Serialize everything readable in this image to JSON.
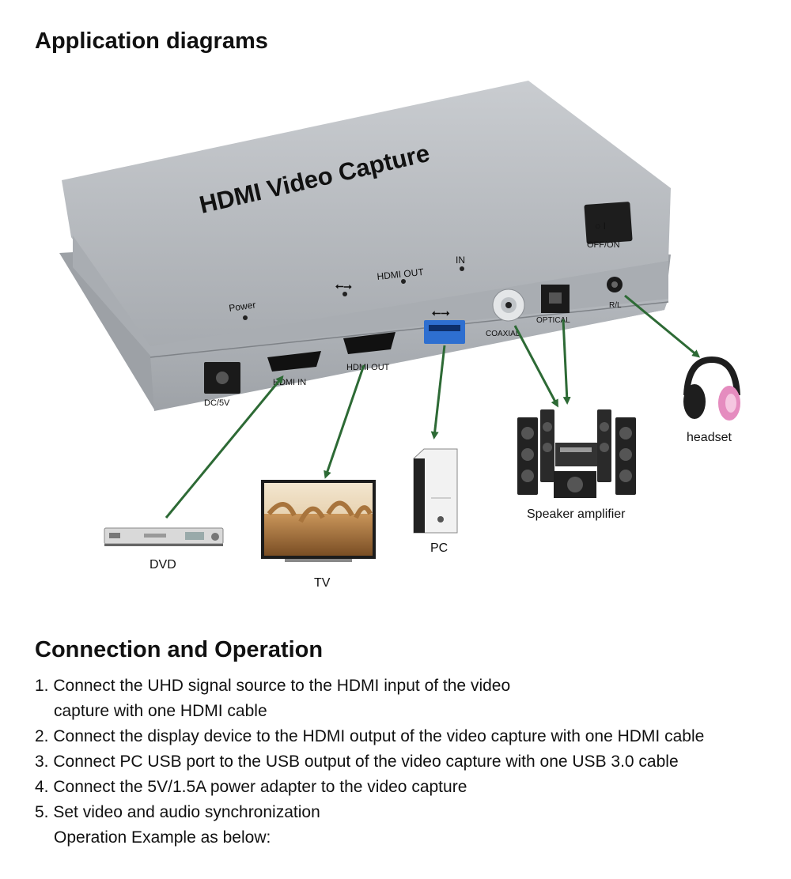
{
  "sections": {
    "diagram_title": "Application diagrams",
    "connection_title": "Connection and Operation"
  },
  "device": {
    "name": "HDMI Video Capture",
    "switch_label": "OFF/ON",
    "switch_marks": "○ I",
    "top_port_labels": {
      "power": "Power",
      "hdmi_out": "HDMI OUT",
      "in": "IN"
    },
    "front_port_labels": {
      "dc": "DC/5V",
      "hdmi_in": "HDMI IN",
      "hdmi_out": "HDMI OUT"
    },
    "audio_labels": {
      "coaxial": "COAXIAL",
      "optical": "OPTICAL",
      "rl": "R/L"
    }
  },
  "devices": {
    "dvd": "DVD",
    "tv": "TV",
    "pc": "PC",
    "speaker": "Speaker amplifier",
    "headset": "headset"
  },
  "steps": [
    "1. Connect the UHD signal source to the HDMI input of the video",
    "capture with one HDMI cable",
    "2. Connect the display device to the HDMI output of the video capture with one HDMI cable",
    "3. Connect PC USB port to the USB output of the video capture with one USB 3.0 cable",
    "4. Connect the 5V/1.5A power adapter to the video capture",
    "5. Set video and audio synchronization",
    "Operation Example as below:"
  ],
  "colors": {
    "arrow": "#2d6a35",
    "device_body": "#b9bdc2",
    "headset_pink": "#e58cbf"
  }
}
